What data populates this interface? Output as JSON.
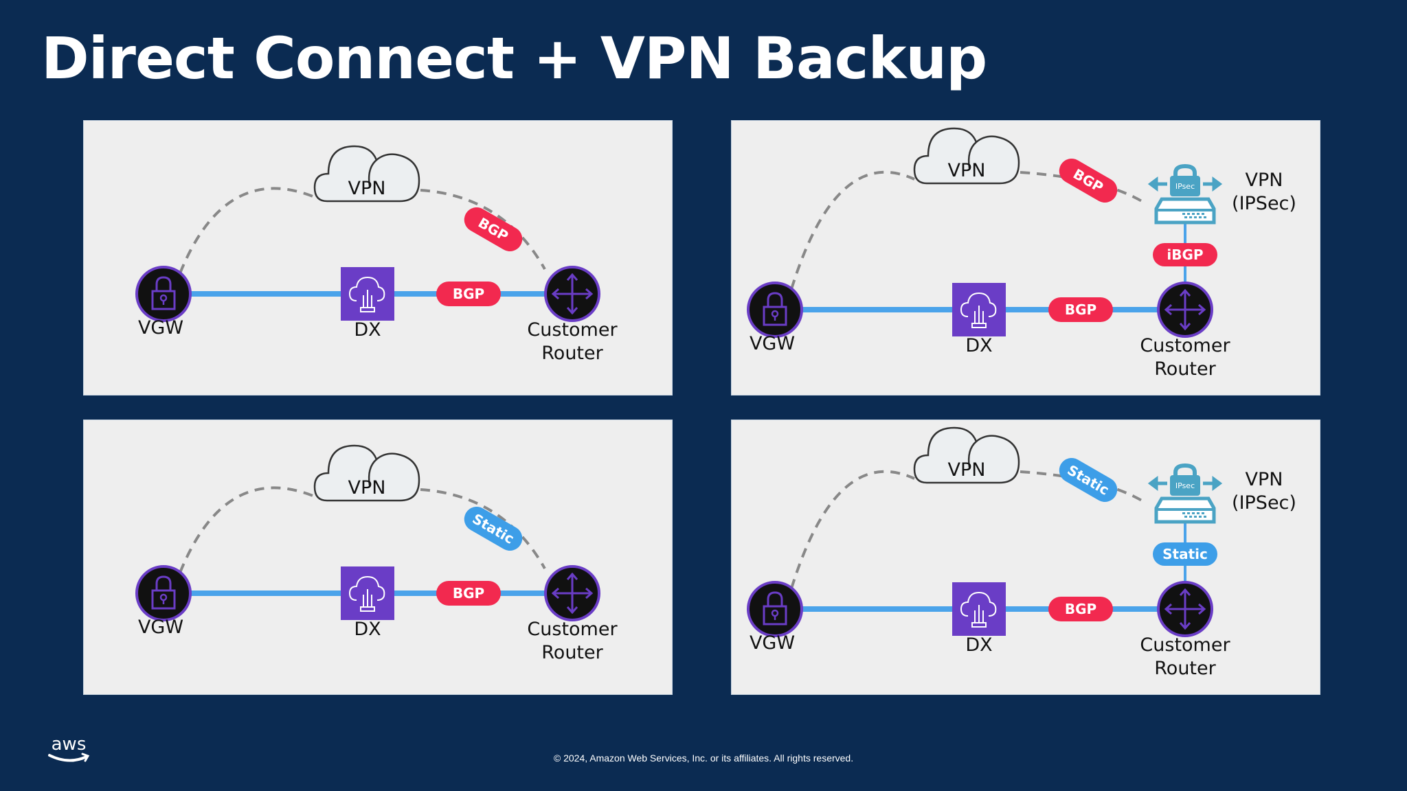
{
  "slide": {
    "title": "Direct Connect + VPN Backup",
    "footer": "© 2024, Amazon Web Services, Inc. or its affiliates. All rights reserved.",
    "logo": "aws-logo"
  },
  "colors": {
    "background": "#0b2b52",
    "panel": "#eeeeee",
    "bgp_pill": "#f2294f",
    "static_pill": "#3d9ee8",
    "dx_link": "#4aa3ea",
    "dx_box": "#6a3dc6",
    "node_ring": "#6a3dc6",
    "ipsec_device": "#4aa3c4",
    "vpn_dash": "#888888"
  },
  "panels": [
    {
      "id": "top-left",
      "nodes": {
        "vgw": "VGW",
        "dx": "DX",
        "router": [
          "Customer",
          "Router"
        ],
        "vpn": "VPN"
      },
      "dx_protocol": "BGP",
      "vpn_protocol": {
        "label": "BGP",
        "type": "bgp"
      },
      "ipsec_device": null
    },
    {
      "id": "top-right",
      "nodes": {
        "vgw": "VGW",
        "dx": "DX",
        "router": [
          "Customer",
          "Router"
        ],
        "vpn": "VPN"
      },
      "dx_protocol": "BGP",
      "vpn_protocol": {
        "label": "BGP",
        "type": "bgp"
      },
      "ipsec_device": {
        "label": [
          "VPN",
          "(IPSec)"
        ],
        "icon_text": "IPsec",
        "link_protocol": {
          "label": "iBGP",
          "type": "bgp"
        }
      }
    },
    {
      "id": "bottom-left",
      "nodes": {
        "vgw": "VGW",
        "dx": "DX",
        "router": [
          "Customer",
          "Router"
        ],
        "vpn": "VPN"
      },
      "dx_protocol": "BGP",
      "vpn_protocol": {
        "label": "Static",
        "type": "static"
      },
      "ipsec_device": null
    },
    {
      "id": "bottom-right",
      "nodes": {
        "vgw": "VGW",
        "dx": "DX",
        "router": [
          "Customer",
          "Router"
        ],
        "vpn": "VPN"
      },
      "dx_protocol": "BGP",
      "vpn_protocol": {
        "label": "Static",
        "type": "static"
      },
      "ipsec_device": {
        "label": [
          "VPN",
          "(IPSec)"
        ],
        "icon_text": "IPsec",
        "link_protocol": {
          "label": "Static",
          "type": "static"
        }
      }
    }
  ]
}
